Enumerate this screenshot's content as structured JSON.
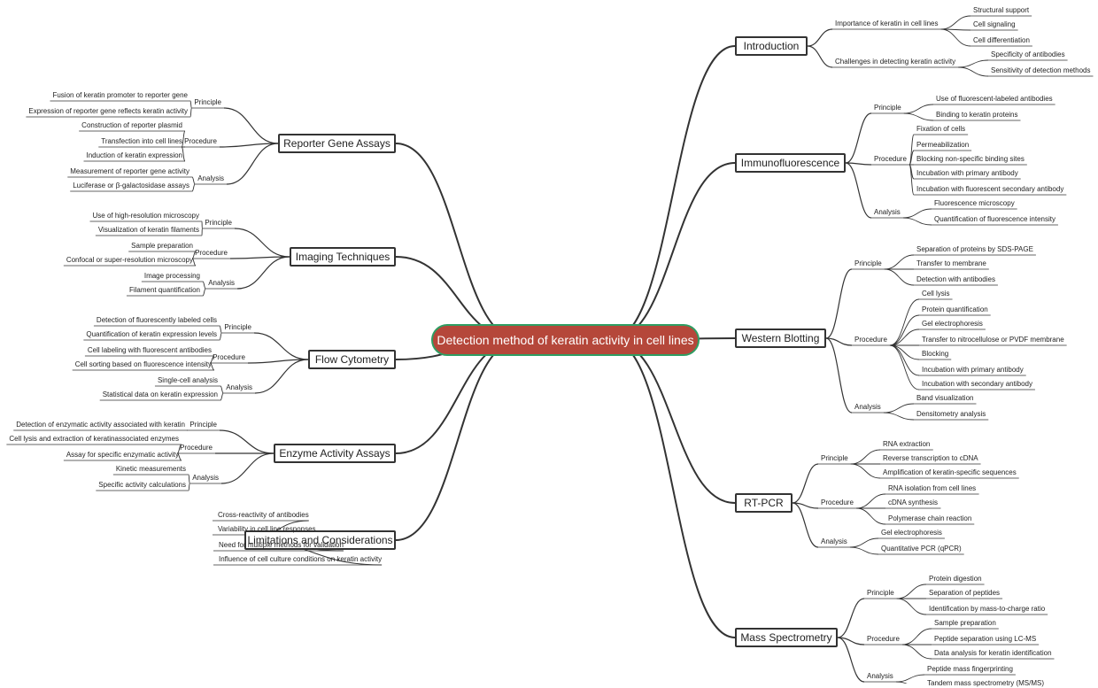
{
  "center": "Detection method of keratin activity in cell lines",
  "colors": {
    "center_fill": "#b5473a",
    "center_border": "#2e9e63",
    "line": "#333333"
  },
  "branches": [
    {
      "label": "Introduction",
      "children": [
        {
          "label": "Importance of keratin in cell lines",
          "children": [
            {
              "label": "Structural support"
            },
            {
              "label": "Cell signaling"
            },
            {
              "label": "Cell differentiation"
            }
          ]
        },
        {
          "label": "Challenges in detecting keratin activity",
          "children": [
            {
              "label": "Specificity of antibodies"
            },
            {
              "label": "Sensitivity of detection methods"
            }
          ]
        }
      ]
    },
    {
      "label": "Immunofluorescence",
      "children": [
        {
          "label": "Principle",
          "children": [
            {
              "label": "Use of fluorescent-labeled antibodies"
            },
            {
              "label": "Binding to keratin proteins"
            }
          ]
        },
        {
          "label": "Procedure",
          "children": [
            {
              "label": "Fixation of cells"
            },
            {
              "label": "Permeabilization"
            },
            {
              "label": "Blocking non-specific binding sites"
            },
            {
              "label": "Incubation with primary antibody"
            },
            {
              "label": "Incubation with fluorescent secondary antibody"
            }
          ]
        },
        {
          "label": "Analysis",
          "children": [
            {
              "label": "Fluorescence microscopy"
            },
            {
              "label": "Quantification of fluorescence intensity"
            }
          ]
        }
      ]
    },
    {
      "label": "Western Blotting",
      "children": [
        {
          "label": "Principle",
          "children": [
            {
              "label": "Separation of proteins by SDS-PAGE"
            },
            {
              "label": "Transfer to membrane"
            },
            {
              "label": "Detection with antibodies"
            }
          ]
        },
        {
          "label": "Procedure",
          "children": [
            {
              "label": "Cell lysis"
            },
            {
              "label": "Protein quantification"
            },
            {
              "label": "Gel electrophoresis"
            },
            {
              "label": "Transfer to nitrocellulose or PVDF membrane"
            },
            {
              "label": "Blocking"
            },
            {
              "label": "Incubation with primary antibody"
            },
            {
              "label": "Incubation with secondary antibody"
            }
          ]
        },
        {
          "label": "Analysis",
          "children": [
            {
              "label": "Band visualization"
            },
            {
              "label": "Densitometry analysis"
            }
          ]
        }
      ]
    },
    {
      "label": "RT-PCR",
      "children": [
        {
          "label": "Principle",
          "children": [
            {
              "label": "RNA extraction"
            },
            {
              "label": "Reverse transcription to cDNA"
            },
            {
              "label": "Amplification of keratin-specific sequences"
            }
          ]
        },
        {
          "label": "Procedure",
          "children": [
            {
              "label": "RNA isolation from cell lines"
            },
            {
              "label": "cDNA synthesis"
            },
            {
              "label": "Polymerase chain reaction"
            }
          ]
        },
        {
          "label": "Analysis",
          "children": [
            {
              "label": "Gel electrophoresis"
            },
            {
              "label": "Quantitative PCR (qPCR)"
            }
          ]
        }
      ]
    },
    {
      "label": "Mass Spectrometry",
      "children": [
        {
          "label": "Principle",
          "children": [
            {
              "label": "Protein digestion"
            },
            {
              "label": "Separation of peptides"
            },
            {
              "label": "Identification by mass-to-charge ratio"
            }
          ]
        },
        {
          "label": "Procedure",
          "children": [
            {
              "label": "Sample preparation"
            },
            {
              "label": "Peptide separation using LC-MS"
            },
            {
              "label": "Data analysis for keratin identification"
            }
          ]
        },
        {
          "label": "Analysis",
          "children": [
            {
              "label": "Peptide mass fingerprinting"
            },
            {
              "label": "Tandem mass spectrometry (MS/MS)"
            }
          ]
        }
      ]
    },
    {
      "label": "Reporter Gene Assays",
      "children": [
        {
          "label": "Principle",
          "children": [
            {
              "label": "Fusion of keratin promoter to reporter gene"
            },
            {
              "label": "Expression of reporter gene reflects keratin activity"
            }
          ]
        },
        {
          "label": "Procedure",
          "children": [
            {
              "label": "Construction of reporter plasmid"
            },
            {
              "label": "Transfection into cell lines"
            },
            {
              "label": "Induction of keratin expression"
            }
          ]
        },
        {
          "label": "Analysis",
          "children": [
            {
              "label": "Measurement of reporter gene activity"
            },
            {
              "label": "Luciferase or β-galactosidase assays"
            }
          ]
        }
      ]
    },
    {
      "label": "Imaging Techniques",
      "children": [
        {
          "label": "Principle",
          "children": [
            {
              "label": "Use of high-resolution microscopy"
            },
            {
              "label": "Visualization of keratin filaments"
            }
          ]
        },
        {
          "label": "Procedure",
          "children": [
            {
              "label": "Sample preparation"
            },
            {
              "label": "Confocal or super-resolution microscopy"
            }
          ]
        },
        {
          "label": "Analysis",
          "children": [
            {
              "label": "Image processing"
            },
            {
              "label": "Filament quantification"
            }
          ]
        }
      ]
    },
    {
      "label": "Flow Cytometry",
      "children": [
        {
          "label": "Principle",
          "children": [
            {
              "label": "Detection of fluorescently labeled cells"
            },
            {
              "label": "Quantification of keratin expression levels"
            }
          ]
        },
        {
          "label": "Procedure",
          "children": [
            {
              "label": "Cell labeling with fluorescent antibodies"
            },
            {
              "label": "Cell sorting based on fluorescence intensity"
            }
          ]
        },
        {
          "label": "Analysis",
          "children": [
            {
              "label": "Single-cell analysis"
            },
            {
              "label": "Statistical data on keratin expression"
            }
          ]
        }
      ]
    },
    {
      "label": "Enzyme Activity Assays",
      "children": [
        {
          "label": "Principle",
          "children": [
            {
              "label": "Detection of enzymatic activity associated with keratin"
            }
          ]
        },
        {
          "label": "Procedure",
          "children": [
            {
              "label": "Cell lysis and extraction of keratinassociated enzymes"
            },
            {
              "label": "Assay for specific enzymatic activity"
            }
          ]
        },
        {
          "label": "Analysis",
          "children": [
            {
              "label": "Kinetic measurements"
            },
            {
              "label": "Specific activity calculations"
            }
          ]
        }
      ]
    },
    {
      "label": "Limitations and Considerations",
      "children": [
        {
          "label": "Cross-reactivity of antibodies"
        },
        {
          "label": "Variability in cell line responses"
        },
        {
          "label": "Need for multiple methods for validation"
        },
        {
          "label": "Influence of cell culture conditions on keratin activity"
        }
      ]
    }
  ]
}
